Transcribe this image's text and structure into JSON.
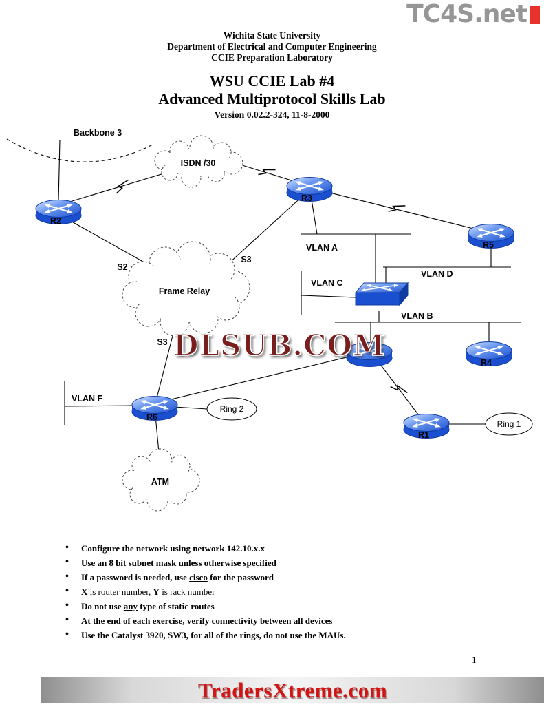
{
  "watermarks": {
    "top_site": "TC4S.net",
    "middle_site": "DLSUB.COM",
    "bottom_site": "TradersXtreme.com"
  },
  "header": {
    "org_lines": [
      "Wichita State University",
      "Department of Electrical and Computer Engineering",
      "CCIE Preparation Laboratory"
    ],
    "title_line1": "WSU CCIE Lab #4",
    "title_line2": "Advanced Multiprotocol Skills Lab",
    "version_line": "Version 0.02.2-324, 11-8-2000"
  },
  "diagram": {
    "labels": {
      "backbone": "Backbone 3",
      "isdn_cloud": "ISDN /30",
      "frame_relay_cloud": "Frame Relay",
      "atm_cloud": "ATM",
      "vlan_a": "VLAN A",
      "vlan_b": "VLAN B",
      "vlan_c": "VLAN C",
      "vlan_d": "VLAN D",
      "vlan_f": "VLAN F",
      "serial_s2": "S2",
      "serial_s3_r3": "S3",
      "serial_s3_r6": "S3",
      "ring1": "Ring 1",
      "ring2": "Ring 2"
    },
    "routers": {
      "r1": "R1",
      "r2": "R2",
      "r3": "R3",
      "r4": "R4",
      "r5": "R5",
      "r6": "R6"
    },
    "links": [
      "Backbone 3 arc - R2",
      "R2 - ISDN /30 cloud (serial)",
      "ISDN /30 cloud - R3 (serial)",
      "R2 - Frame Relay (S2)",
      "R3 - Frame Relay (S3)",
      "Frame Relay - R6 (S3)",
      "R3 - VLAN A - switch",
      "R3 - R5 (serial)",
      "R5 - VLAN D - switch",
      "VLAN C - switch",
      "switch - VLAN B",
      "VLAN B - R4",
      "VLAN B - unlabeled router",
      "unlabeled router - R1 (serial)",
      "R6 - unlabeled router",
      "R1 - Ring 1",
      "R6 - Ring 2",
      "R6 - ATM cloud",
      "R6 - VLAN F"
    ]
  },
  "notes": {
    "bullets": [
      {
        "segments": [
          {
            "text": "Configure the network using network 142.10.x.x",
            "bold": true
          }
        ]
      },
      {
        "segments": [
          {
            "text": "Use an 8 bit subnet mask unless otherwise specified",
            "bold": true
          }
        ]
      },
      {
        "segments": [
          {
            "text": "If a password is needed, use ",
            "bold": true
          },
          {
            "text": "cisco",
            "bold": true,
            "underline": true
          },
          {
            "text": " for the password",
            "bold": true
          }
        ]
      },
      {
        "segments": [
          {
            "text": "X",
            "bold": true
          },
          {
            "text": " is router number, ",
            "bold": false
          },
          {
            "text": "Y",
            "bold": true
          },
          {
            "text": " is rack number",
            "bold": false
          }
        ]
      },
      {
        "segments": [
          {
            "text": "Do not use ",
            "bold": true
          },
          {
            "text": "any",
            "bold": true,
            "underline": true
          },
          {
            "text": " type of static routes",
            "bold": true
          }
        ]
      },
      {
        "segments": [
          {
            "text": "At the end of each exercise, verify connectivity between all devices",
            "bold": true
          }
        ]
      },
      {
        "segments": [
          {
            "text": "Use the Catalyst 3920, SW3, for all of the rings, do not use the MAUs.",
            "bold": true
          }
        ]
      }
    ]
  },
  "page_number": "1",
  "colors": {
    "router_blue": "#1a4fd0",
    "watermark_maroon": "#7a1d1d",
    "traders_red": "#d41313",
    "tc4s_gray": "#969696",
    "red_block": "#e8312a"
  }
}
